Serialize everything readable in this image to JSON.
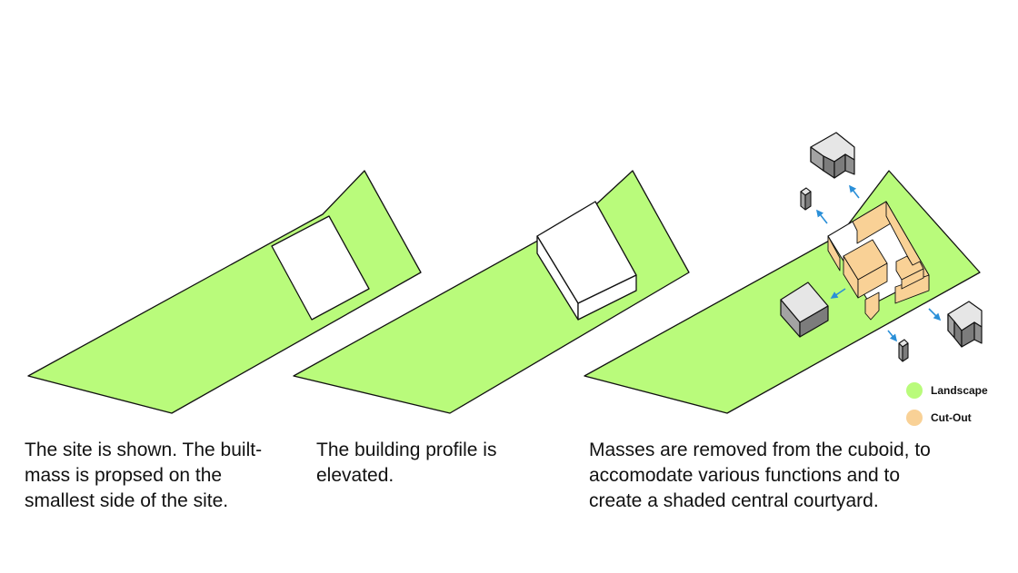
{
  "colors": {
    "landscape": "#b9fb7b",
    "cut_out": "#f9d196",
    "arrow": "#2a8fd8",
    "mass_top": "#e6e6e6",
    "mass_left": "#a3a3a3",
    "mass_right": "#7c7c7c"
  },
  "panels": [
    {
      "id": "site",
      "caption": "The site is shown. The built-mass is propsed on the smallest side of the site."
    },
    {
      "id": "elevated",
      "caption": "The building profile is elevated."
    },
    {
      "id": "carved",
      "caption": "Masses are removed from the cuboid, to accomodate various functions and to create a shaded central courtyard."
    }
  ],
  "legend": [
    {
      "label": "Landscape",
      "color": "#b9fb7b"
    },
    {
      "label": "Cut-Out",
      "color": "#f9d196"
    }
  ]
}
